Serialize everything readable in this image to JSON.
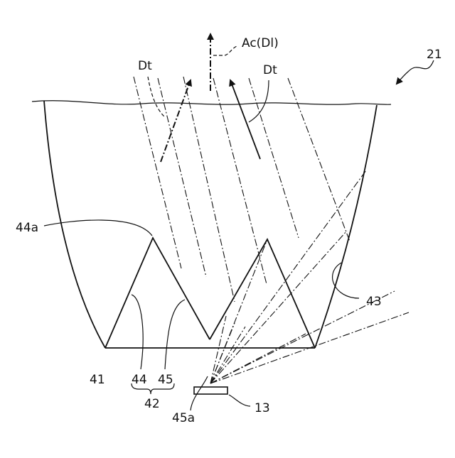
{
  "labels": {
    "ref_21": "21",
    "dt_left": "Dt",
    "dt_right": "Dt",
    "axis": "Ac(Dl)",
    "ref_44a": "44a",
    "ref_43": "43",
    "ref_41": "41",
    "ref_44": "44",
    "ref_45": "45",
    "ref_42": "42",
    "ref_45a": "45a",
    "ref_13": "13"
  }
}
